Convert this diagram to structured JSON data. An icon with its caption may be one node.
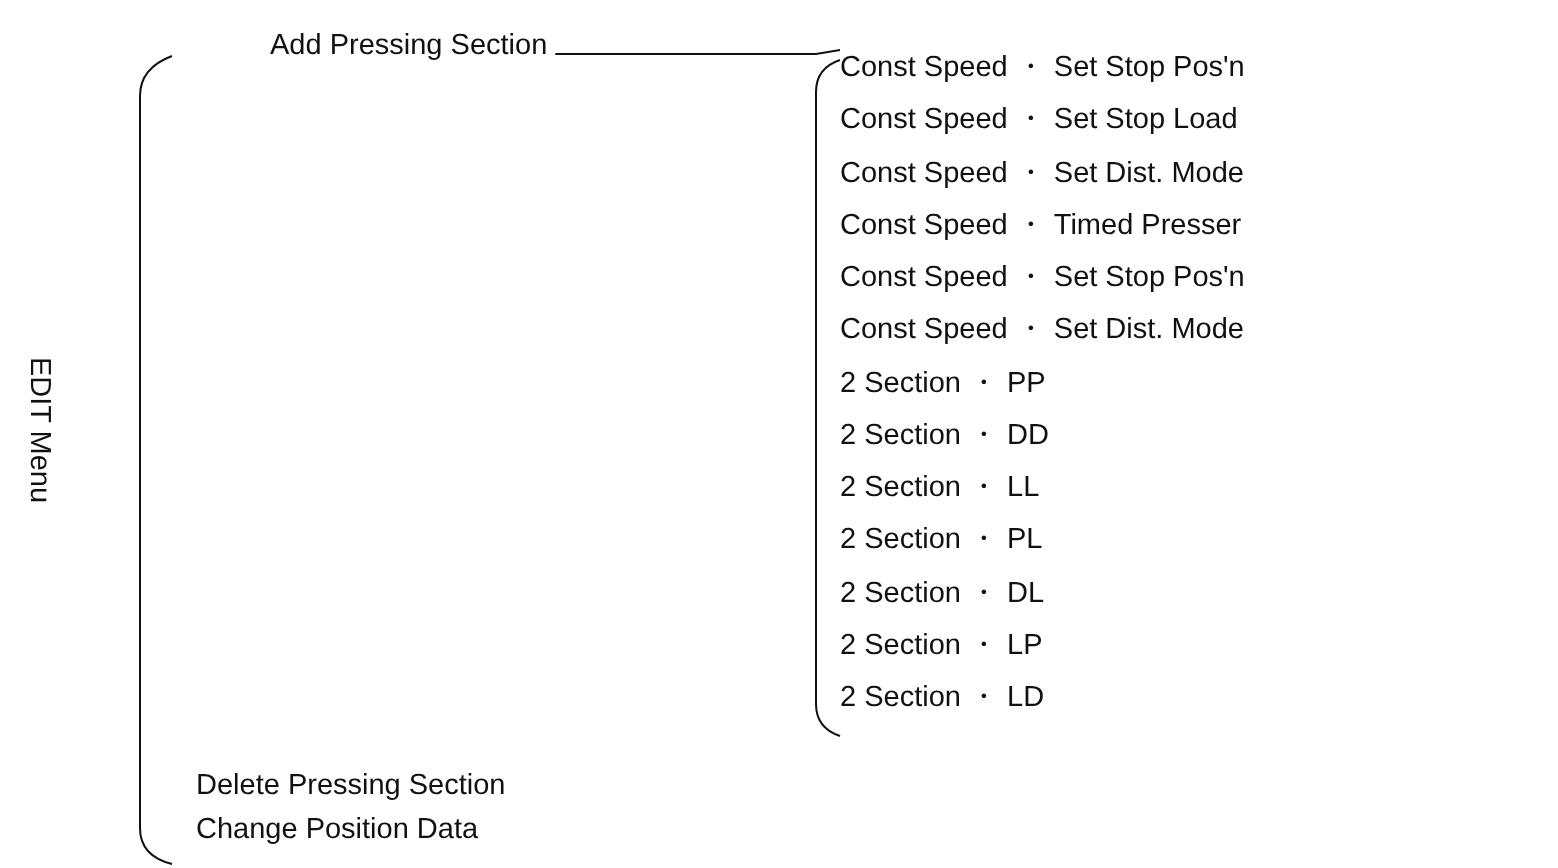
{
  "diagram": {
    "nodes": [
      {
        "text": [
          "EDIT Menu"
        ]
      },
      {
        "text": [
          "Add Pressing Section"
        ]
      },
      {
        "text": [
          "Delete Pressing Section"
        ]
      },
      {
        "text": [
          "Change Position Data"
        ]
      },
      {
        "text": [
          "Const Speed ・ Set Stop Pos'n"
        ]
      },
      {
        "text": [
          "Const Speed ・ Set Stop Load"
        ]
      },
      {
        "text": [
          "Const Speed ・ Set Dist. Mode"
        ]
      },
      {
        "text": [
          "Const Speed ・ Timed Presser"
        ]
      },
      {
        "text": [
          "Const Speed ・ Set Stop Pos'n"
        ]
      },
      {
        "text": [
          "Const Speed ・ Set Dist. Mode"
        ]
      },
      {
        "text": [
          "2 Section ・ PP"
        ]
      },
      {
        "text": [
          "2 Section ・ DD"
        ]
      },
      {
        "text": [
          "2 Section ・ LL"
        ]
      },
      {
        "text": [
          "2 Section ・ PL"
        ]
      },
      {
        "text": [
          "2 Section ・ DL"
        ]
      },
      {
        "text": [
          "2 Section ・ LP"
        ]
      },
      {
        "text": [
          "2 Section ・ LD"
        ]
      }
    ],
    "edges": [
      {
        "from": 1,
        "to": 4,
        "arrow": "none"
      }
    ]
  }
}
